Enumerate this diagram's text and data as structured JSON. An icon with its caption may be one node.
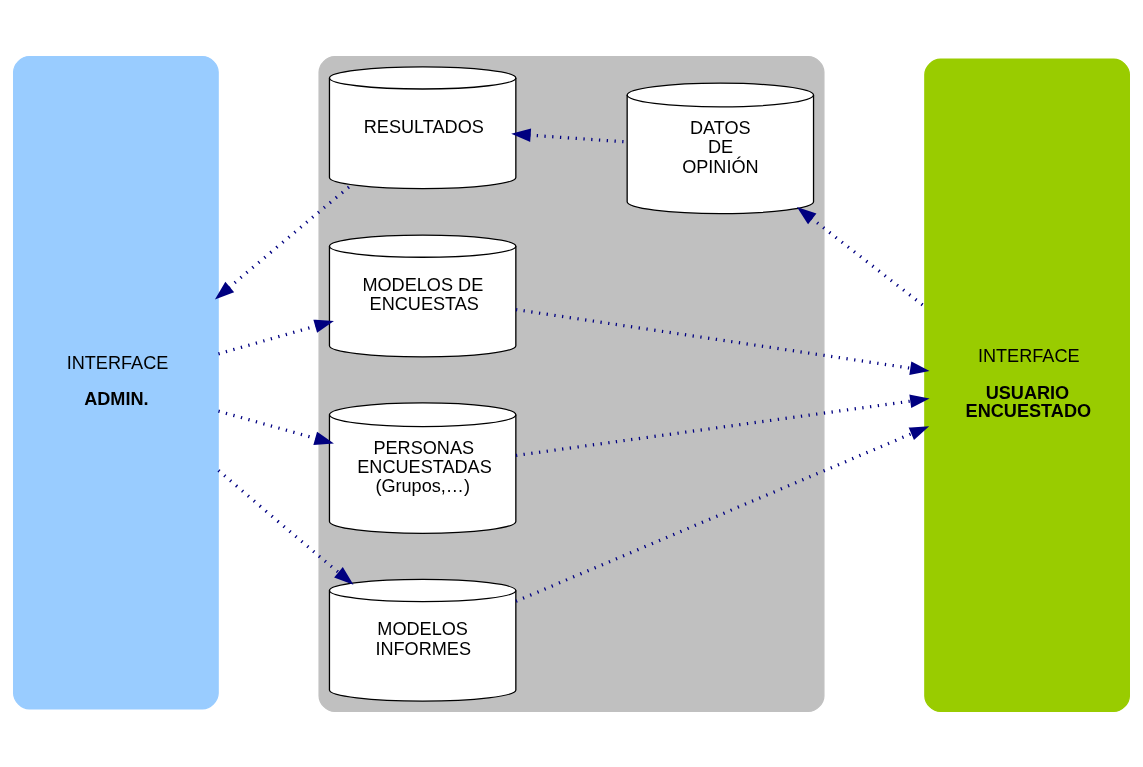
{
  "diagram": {
    "nodes": [
      {
        "text": [
          "INTERFACE",
          "ADMIN."
        ]
      },
      {
        "text": [],
        "shape": "box"
      },
      {
        "text": [
          "MODELOS DE ENCUESTAS"
        ],
        "in": 1
      },
      {
        "text": [
          "PERSONAS ENCUESTADAS (Grupos,…)"
        ],
        "in": 1
      },
      {
        "text": [
          "DATOS DE OPINIÓN"
        ],
        "in": 1
      },
      {
        "text": [
          "RESULTADOS"
        ],
        "in": 1
      },
      {
        "text": [
          "MODELOS INFORMES"
        ],
        "in": 1
      },
      {
        "text": [
          "INTERFACE",
          "USUARIO ENCUESTADO"
        ]
      }
    ],
    "edges": [
      {
        "from": 0,
        "to": 2,
        "arrow": "to"
      },
      {
        "from": 2,
        "to": 7,
        "arrow": "to"
      },
      {
        "from": 0,
        "to": 3,
        "arrow": "to"
      },
      {
        "from": 3,
        "to": 7,
        "arrow": "to"
      },
      {
        "from": 7,
        "to": 4,
        "arrow": "to"
      },
      {
        "from": 4,
        "to": 5,
        "arrow": "to"
      },
      {
        "from": 5,
        "to": 0,
        "arrow": "to"
      },
      {
        "from": 0,
        "to": 6,
        "arrow": "to"
      },
      {
        "from": 6,
        "to": 7,
        "arrow": "to"
      }
    ]
  }
}
